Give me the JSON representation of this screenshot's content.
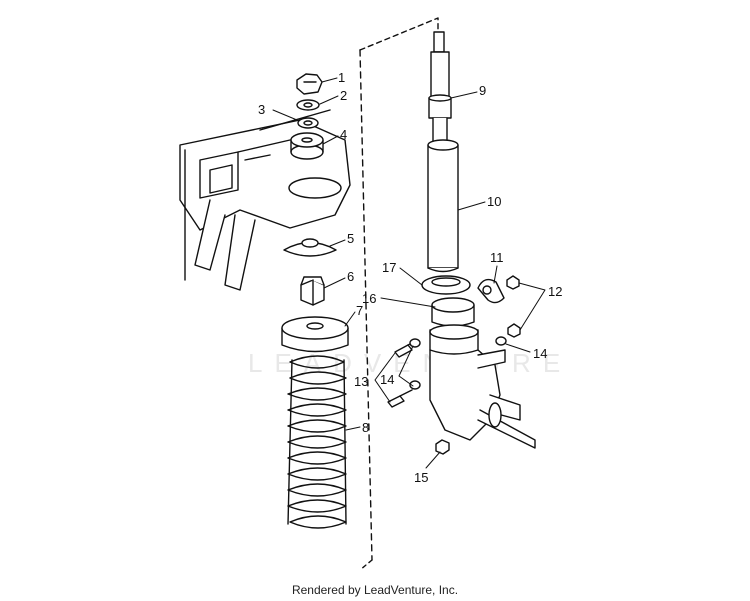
{
  "watermark": "LEADVENTURE",
  "callouts": [
    "1",
    "2",
    "3",
    "4",
    "5",
    "6",
    "7",
    "8",
    "9",
    "10",
    "11",
    "12",
    "13",
    "14",
    "14",
    "15",
    "16",
    "17"
  ],
  "footer": "Rendered by LeadVenture, Inc."
}
